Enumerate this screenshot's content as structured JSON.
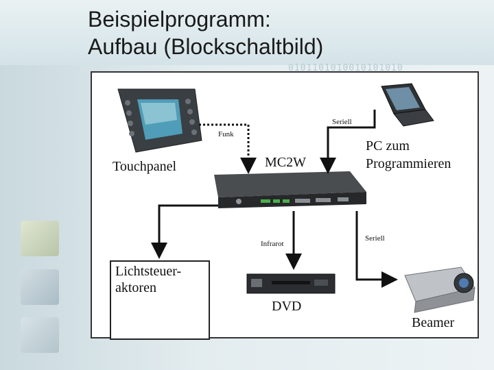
{
  "slide": {
    "title_line1": "Beispielprogramm:",
    "title_line2": "Aufbau (Blockschaltbild)",
    "decoration": "0101101010010101010"
  },
  "diagram": {
    "touchpanel": "Touchpanel",
    "mc2w": "MC2W",
    "pc_line1": "PC zum",
    "pc_line2": "Programmieren",
    "funk": "Funk",
    "seriell_top": "Seriell",
    "seriell_right": "Seriell",
    "infrarot": "Infrarot",
    "licht_line1": "Lichtsteuer-",
    "licht_line2": "aktoren",
    "dvd": "DVD",
    "beamer": "Beamer"
  }
}
